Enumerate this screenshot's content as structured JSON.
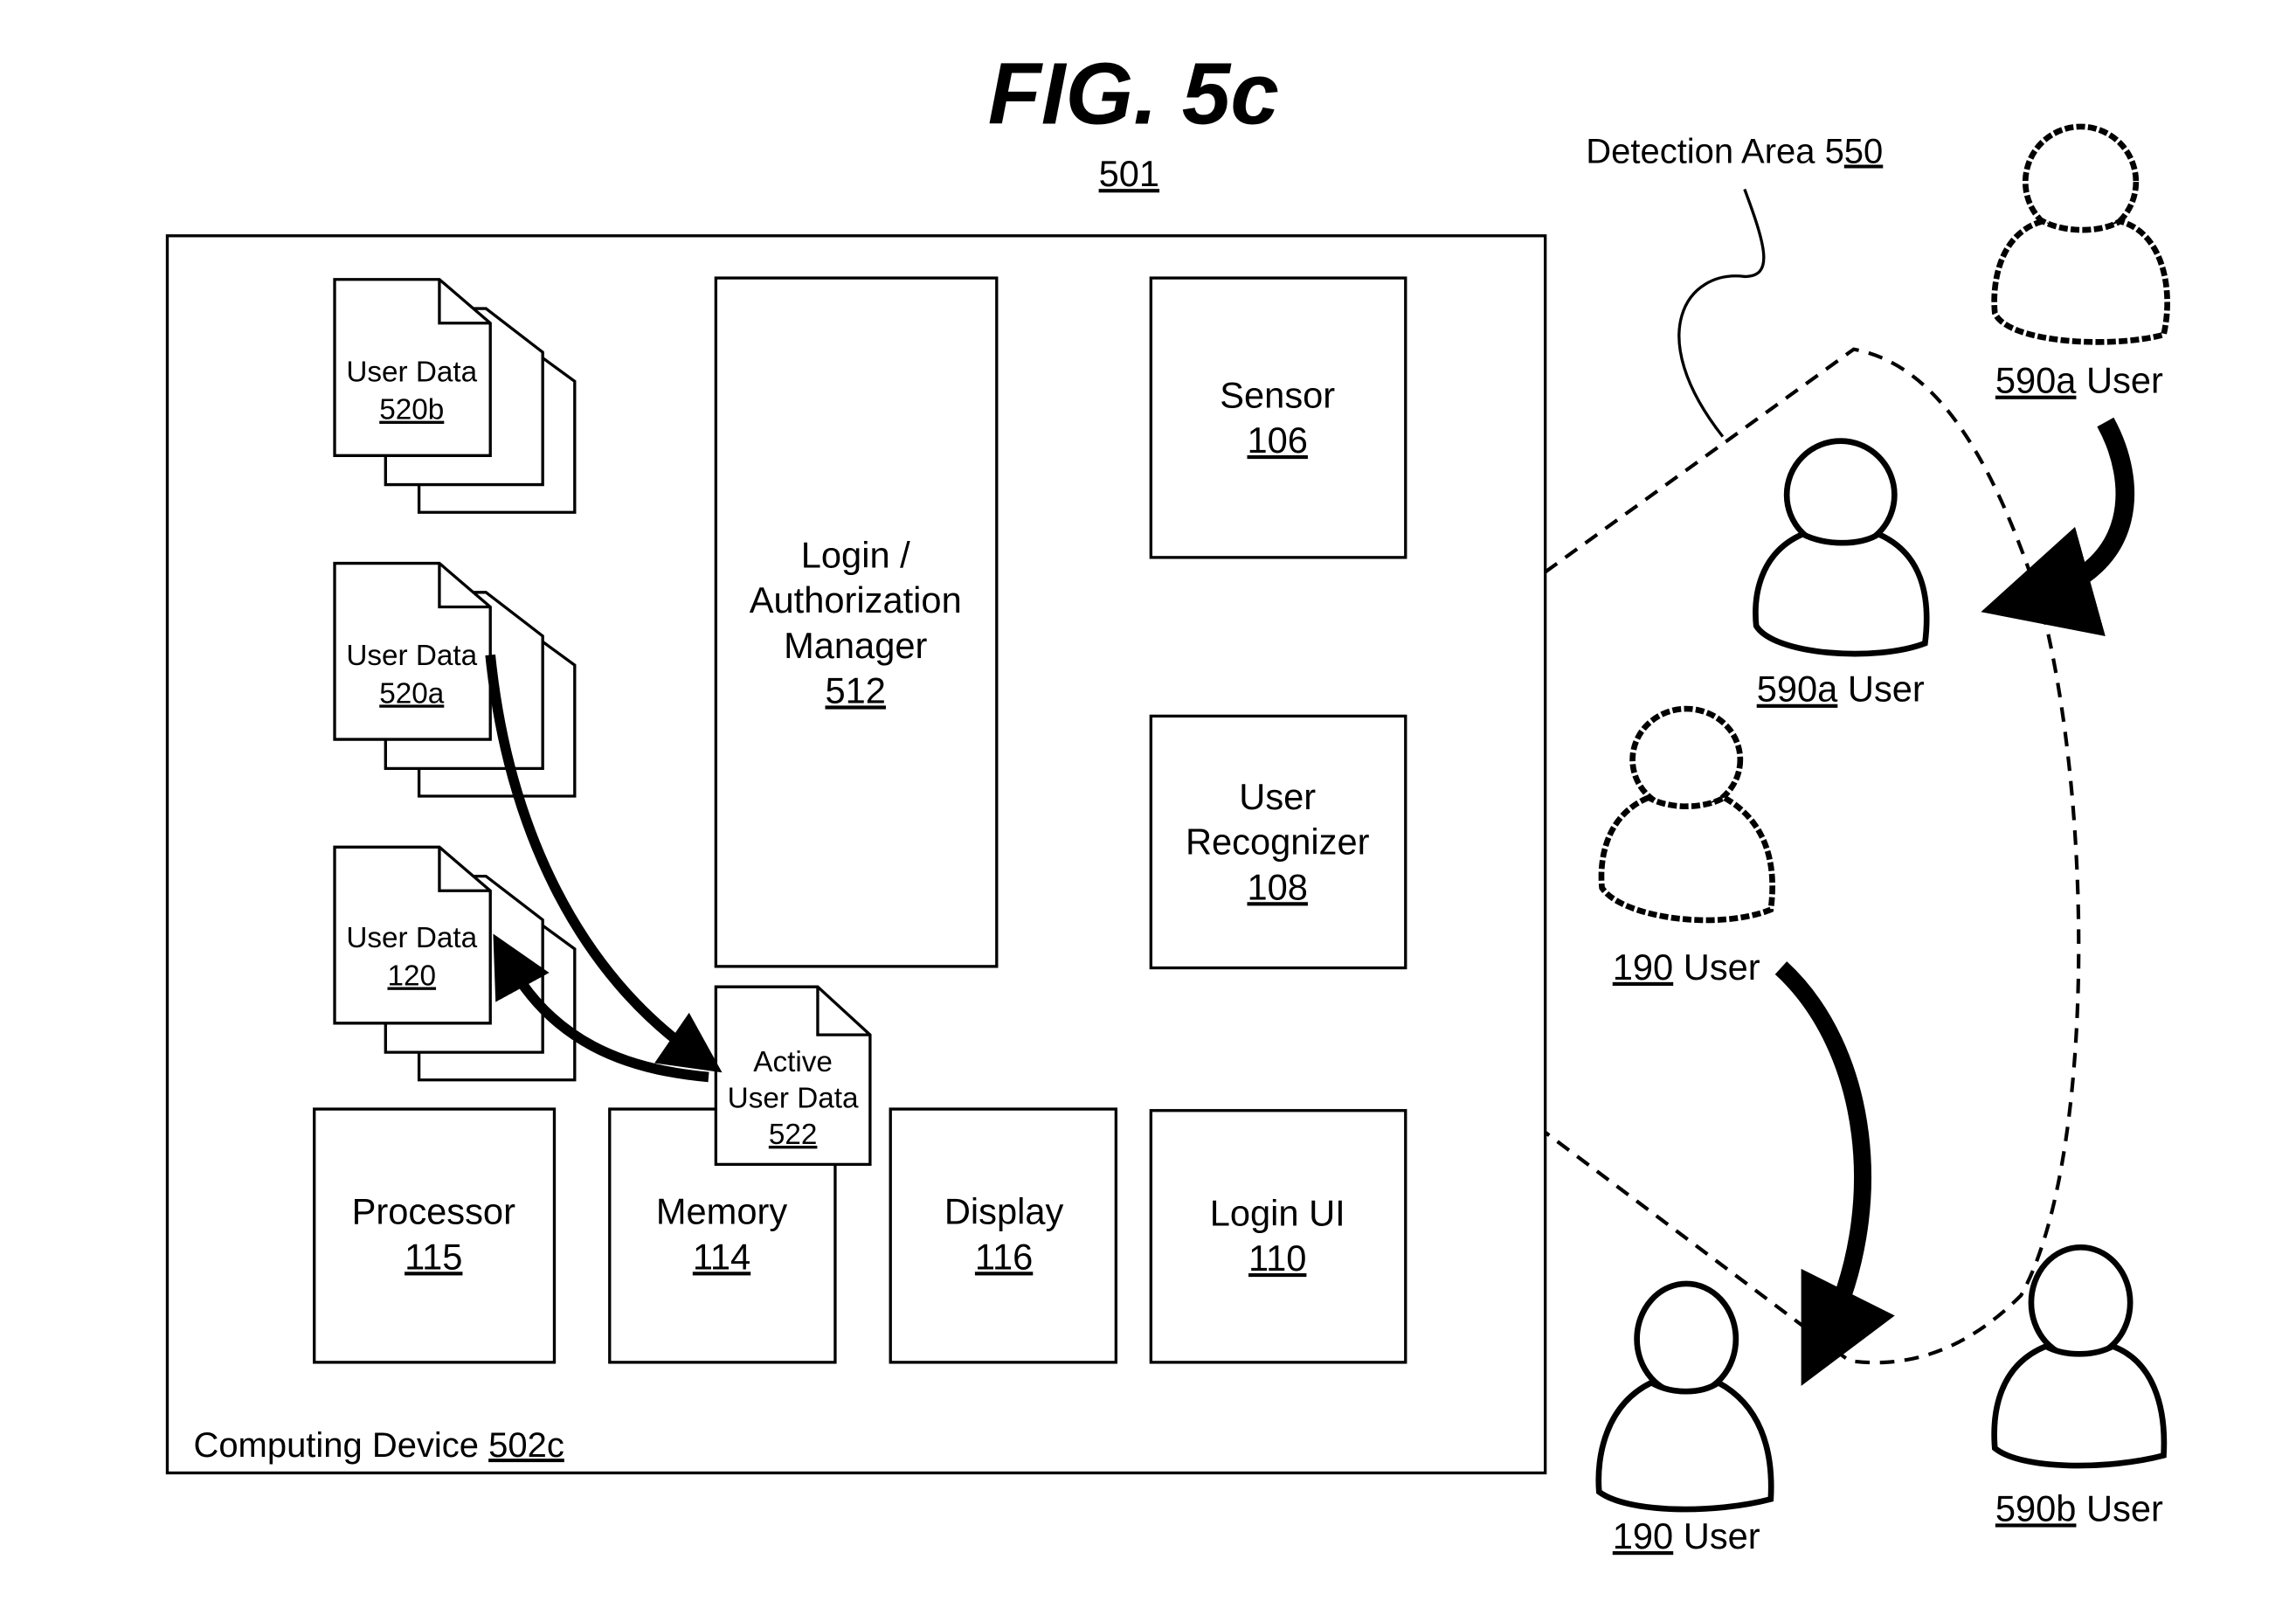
{
  "figure": {
    "title": "FIG. 5c",
    "ref": "501"
  },
  "device": {
    "label": "Computing Device",
    "ref": "502c"
  },
  "documents": [
    {
      "label": "User Data",
      "ref": "520b"
    },
    {
      "label": "User Data",
      "ref": "520a"
    },
    {
      "label": "User Data",
      "ref": "120"
    }
  ],
  "active_doc": {
    "line1": "Active",
    "line2": "User Data",
    "ref": "522"
  },
  "components": {
    "login_manager": {
      "line1": "Login /",
      "line2": "Authorization",
      "line3": "Manager",
      "ref": "512"
    },
    "sensor": {
      "label": "Sensor",
      "ref": "106"
    },
    "recognizer": {
      "line1": "User",
      "line2": "Recognizer",
      "ref": "108"
    },
    "processor": {
      "label": "Processor",
      "ref": "115"
    },
    "memory": {
      "label": "Memory",
      "ref": "114"
    },
    "display": {
      "label": "Display",
      "ref": "116"
    },
    "login_ui": {
      "label": "Login UI",
      "ref": "110"
    }
  },
  "detection_area": {
    "label": "Detection Area 5",
    "ref": "50"
  },
  "users": [
    {
      "ref": "590a",
      "label": "User",
      "style": "dotted"
    },
    {
      "ref": "590a",
      "label": "User",
      "style": "solid"
    },
    {
      "ref": "190",
      "label": "User",
      "style": "dotted"
    },
    {
      "ref": "190",
      "label": "User",
      "style": "solid"
    },
    {
      "ref": "590b",
      "label": "User",
      "style": "solid"
    }
  ]
}
